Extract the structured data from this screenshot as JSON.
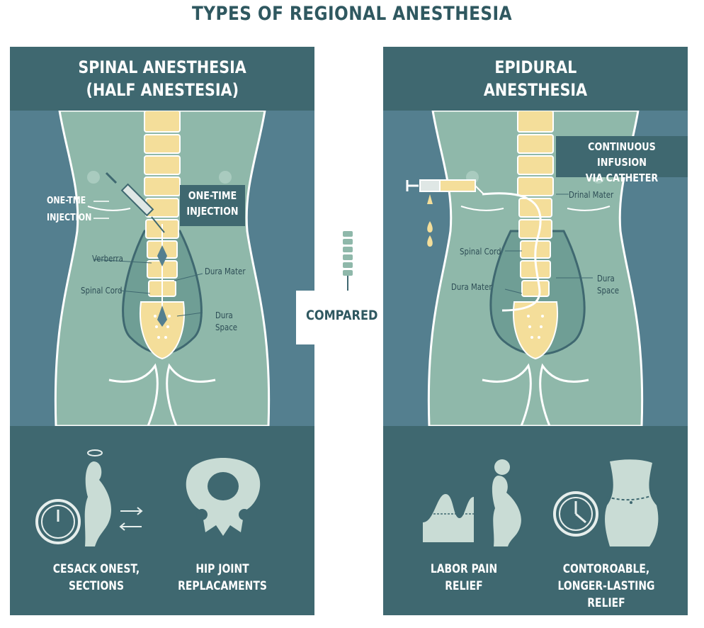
{
  "title": "TYPES OF REGIONAL ANESTHESIA",
  "compared": "COMPARED",
  "spinal": {
    "heading_line1": "SPINAL ANESTHESIA",
    "heading_line2": "(HALF ANESTESIA)",
    "tag_line1": "ONE-TIME",
    "tag_line2": "INJECTION",
    "side_label_line1": "ONE-TME",
    "side_label_line2": "INJECTION",
    "labels": {
      "vertebra": "Verberra",
      "spinal_cord": "Spinal Cord",
      "dura_mater": "Dura Mater",
      "dura_space_line1": "Dura",
      "dura_space_line2": "Space"
    },
    "uses": [
      {
        "line1": "CESACK ONEST,",
        "line2": "SECTIONS",
        "icon": "clock-pregnancy-icon"
      },
      {
        "line1": "HIP JOINT",
        "line2": "REPLACAMENTS",
        "icon": "pelvis-icon"
      }
    ]
  },
  "epidural": {
    "heading_line1": "EPIDURAL",
    "heading_line2": "ANESTHESIA",
    "tag_line1": "CONTINUOUS INFUSION",
    "tag_line2": "VIA CATHETER",
    "labels": {
      "dural_mater": "Drinal Mater",
      "spinal_cord": "Spinal Cord",
      "dura_mater": "Dura Mater",
      "dura_space_line1": "Dura",
      "dura_space_line2": "Space"
    },
    "uses": [
      {
        "line1": "LABOR PAIN",
        "line2": "RELIEF",
        "icon": "labor-pregnancy-icon"
      },
      {
        "line1": "CONTOROABLE,",
        "line2": "LONGER-LASTING RELIEF",
        "icon": "clock-torso-icon"
      }
    ]
  },
  "colors": {
    "panel": "#547f8f",
    "panel_dark": "#3f6870",
    "body": "#8fb8aa",
    "spine": "#f4de9a",
    "title": "#2f5860"
  }
}
